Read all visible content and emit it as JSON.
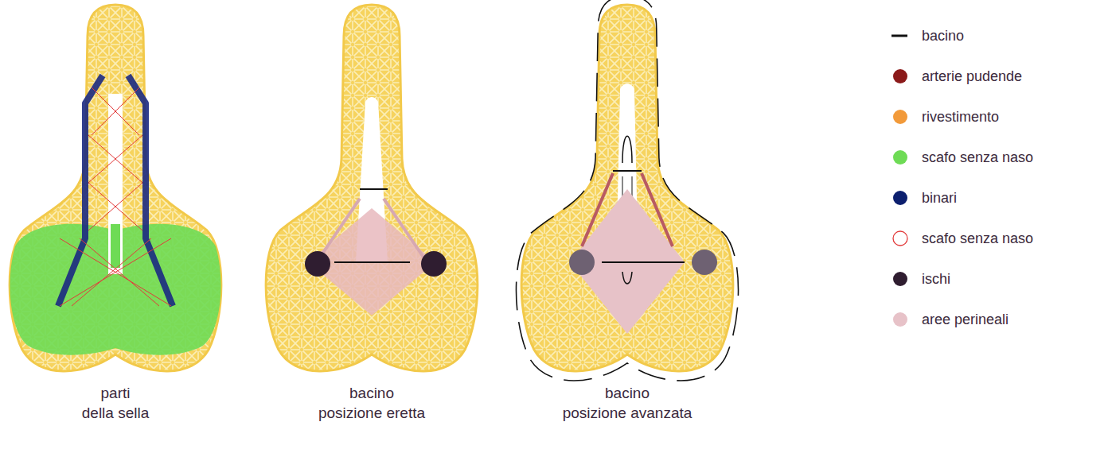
{
  "diagram": {
    "labels": [
      "parti della sella",
      "bacino posizione eretta",
      "bacino posizione avanzata"
    ],
    "legend": [
      {
        "text": "bacino"
      },
      {
        "text": "arterie pudende",
        "color": "#8b1a1a"
      },
      {
        "text": "rivestimento",
        "color": "#f29a3a"
      },
      {
        "text": "scafo senza naso",
        "color": "#6edb55"
      },
      {
        "text": "binari",
        "color": "#0c1f6e"
      },
      {
        "text": "scafo senza naso"
      },
      {
        "text": "ischi",
        "color": "#2f1d30"
      },
      {
        "text": "aree perineali",
        "color": "#e7c2c8"
      }
    ]
  }
}
